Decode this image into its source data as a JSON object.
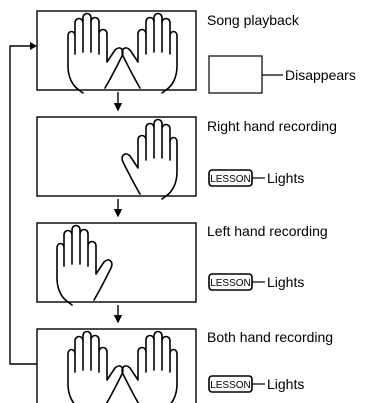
{
  "steps": [
    {
      "title": "Song playback",
      "indicator_label": "",
      "indicator_state": "Disappears",
      "hands": [
        "left",
        "right"
      ]
    },
    {
      "title": "Right hand recording",
      "indicator_label": "LESSON",
      "indicator_state": "Lights",
      "hands": [
        "right"
      ]
    },
    {
      "title": "Left hand recording",
      "indicator_label": "LESSON",
      "indicator_state": "Lights",
      "hands": [
        "left"
      ]
    },
    {
      "title": "Both hand recording",
      "indicator_label": "LESSON",
      "indicator_state": "Lights",
      "hands": [
        "left",
        "right"
      ]
    }
  ]
}
